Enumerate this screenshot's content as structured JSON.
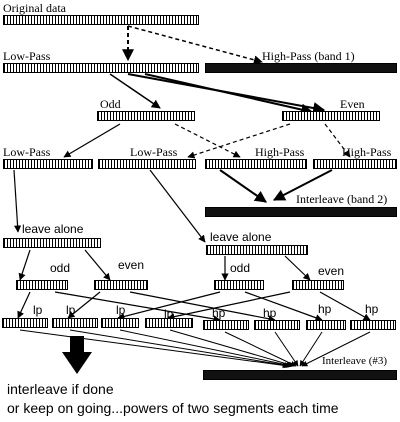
{
  "labels": {
    "original": "Original data",
    "low_pass": "Low-Pass",
    "high_pass_band1": "High-Pass (band 1)",
    "odd": "Odd",
    "even": "Even",
    "low_pass_2a": "Low-Pass",
    "low_pass_2b": "Low-Pass",
    "high_pass_2a": "High-Pass",
    "high_pass_2b": "High-Pass",
    "interleave_band2": "Interleave (band 2)",
    "leave_alone_left": "leave alone",
    "leave_alone_right": "leave alone",
    "odd_left": "odd",
    "even_left": "even",
    "odd_right": "odd",
    "even_right": "even",
    "lp1": "lp",
    "lp2": "lp",
    "lp3": "lp",
    "lp4": "lp",
    "hp1": "hp",
    "hp2": "hp",
    "hp3": "hp",
    "hp4": "hp",
    "interleave3": "Interleave (#3)",
    "footer_line1": "interleave if done",
    "footer_line2": "or keep on going...powers of two segments each time"
  }
}
